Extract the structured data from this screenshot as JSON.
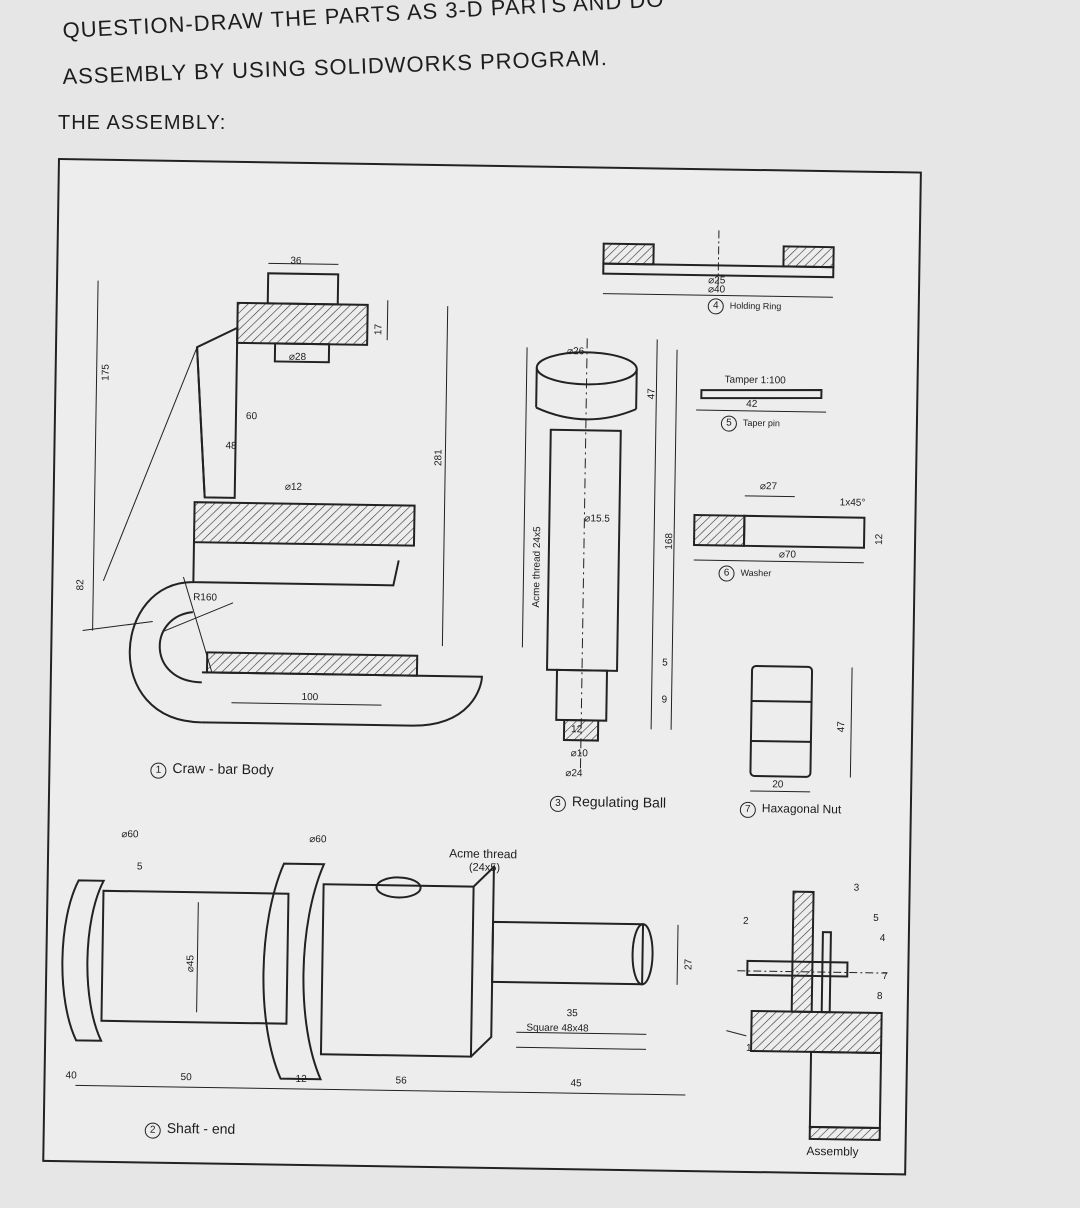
{
  "header": {
    "question_line1": "QUESTION-DRAW THE PARTS AS 3-D PARTS AND DO",
    "question_line2": "ASSEMBLY BY USING SOLIDWORKS PROGRAM.",
    "subtitle": "THE ASSEMBLY:"
  },
  "parts": {
    "p1": {
      "num": "1",
      "name": "Craw - bar Body"
    },
    "p2": {
      "num": "2",
      "name": "Shaft - end"
    },
    "p3": {
      "num": "3",
      "name": "Regulating Ball"
    },
    "p4": {
      "num": "4",
      "name": "Holding Ring"
    },
    "p5": {
      "num": "5",
      "name": "Taper pin"
    },
    "p6": {
      "num": "6",
      "name": "Washer"
    },
    "p7": {
      "num": "7",
      "name": "Haxagonal Nut"
    },
    "assembly": "Assembly"
  },
  "dims": {
    "d36": "36",
    "d28": "⌀28",
    "d60": "60",
    "d48": "48",
    "d12": "⌀12",
    "d160": "R160",
    "d100": "100",
    "d17": "17",
    "d281": "281",
    "d82": "82",
    "d175": "175",
    "d26": "⌀26",
    "d47": "47",
    "d168": "168",
    "d5": "5",
    "d9": "9",
    "d12b": "12",
    "d10": "⌀10",
    "d24": "⌀24",
    "d155": "⌀15.5",
    "acme_side": "Acme thread 24x5",
    "d25": "⌀25",
    "d40": "⌀40",
    "taper": "Tamper 1:100",
    "d42": "42",
    "d27": "⌀27",
    "d70": "⌀70",
    "d1x45": "1x45°",
    "d12c": "12",
    "d20": "20",
    "d47b": "47",
    "d60a": "⌀60",
    "d60b": "⌀60",
    "d45": "⌀45",
    "d5b": "5",
    "acme_thread": "Acme thread",
    "acme_size": "(24x5)",
    "d27b": "27",
    "d35": "35",
    "square": "Square 48x48",
    "d40b": "40",
    "d50": "50",
    "d12d": "12",
    "d56": "56",
    "d45b": "45",
    "a1": "1",
    "a2": "2",
    "a3": "3",
    "a4": "4",
    "a5": "5",
    "a7": "7",
    "a8": "8"
  }
}
